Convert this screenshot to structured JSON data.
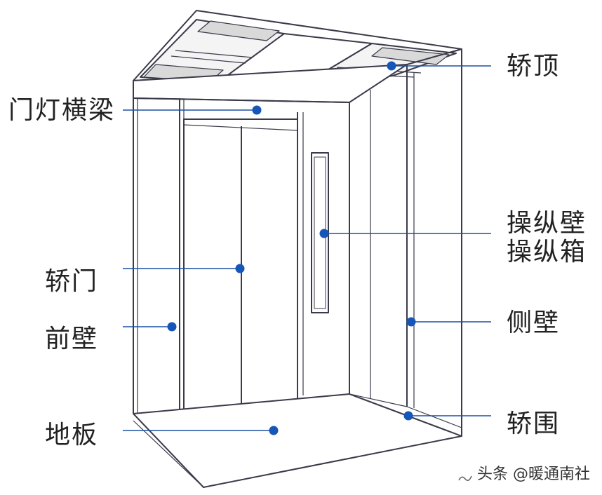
{
  "labels": {
    "car_top": "轿顶",
    "door_light_beam": "门灯横梁",
    "control_wall": "操纵壁",
    "control_box": "操纵箱",
    "car_door": "轿门",
    "front_wall": "前壁",
    "side_wall": "侧壁",
    "floor": "地板",
    "car_enclosure": "轿围"
  },
  "watermark": "头条 @暖通南社",
  "colors": {
    "line": "#3a3a4a",
    "callout": "#1a4fa3",
    "dot": "#1656b8",
    "text": "#222222"
  }
}
